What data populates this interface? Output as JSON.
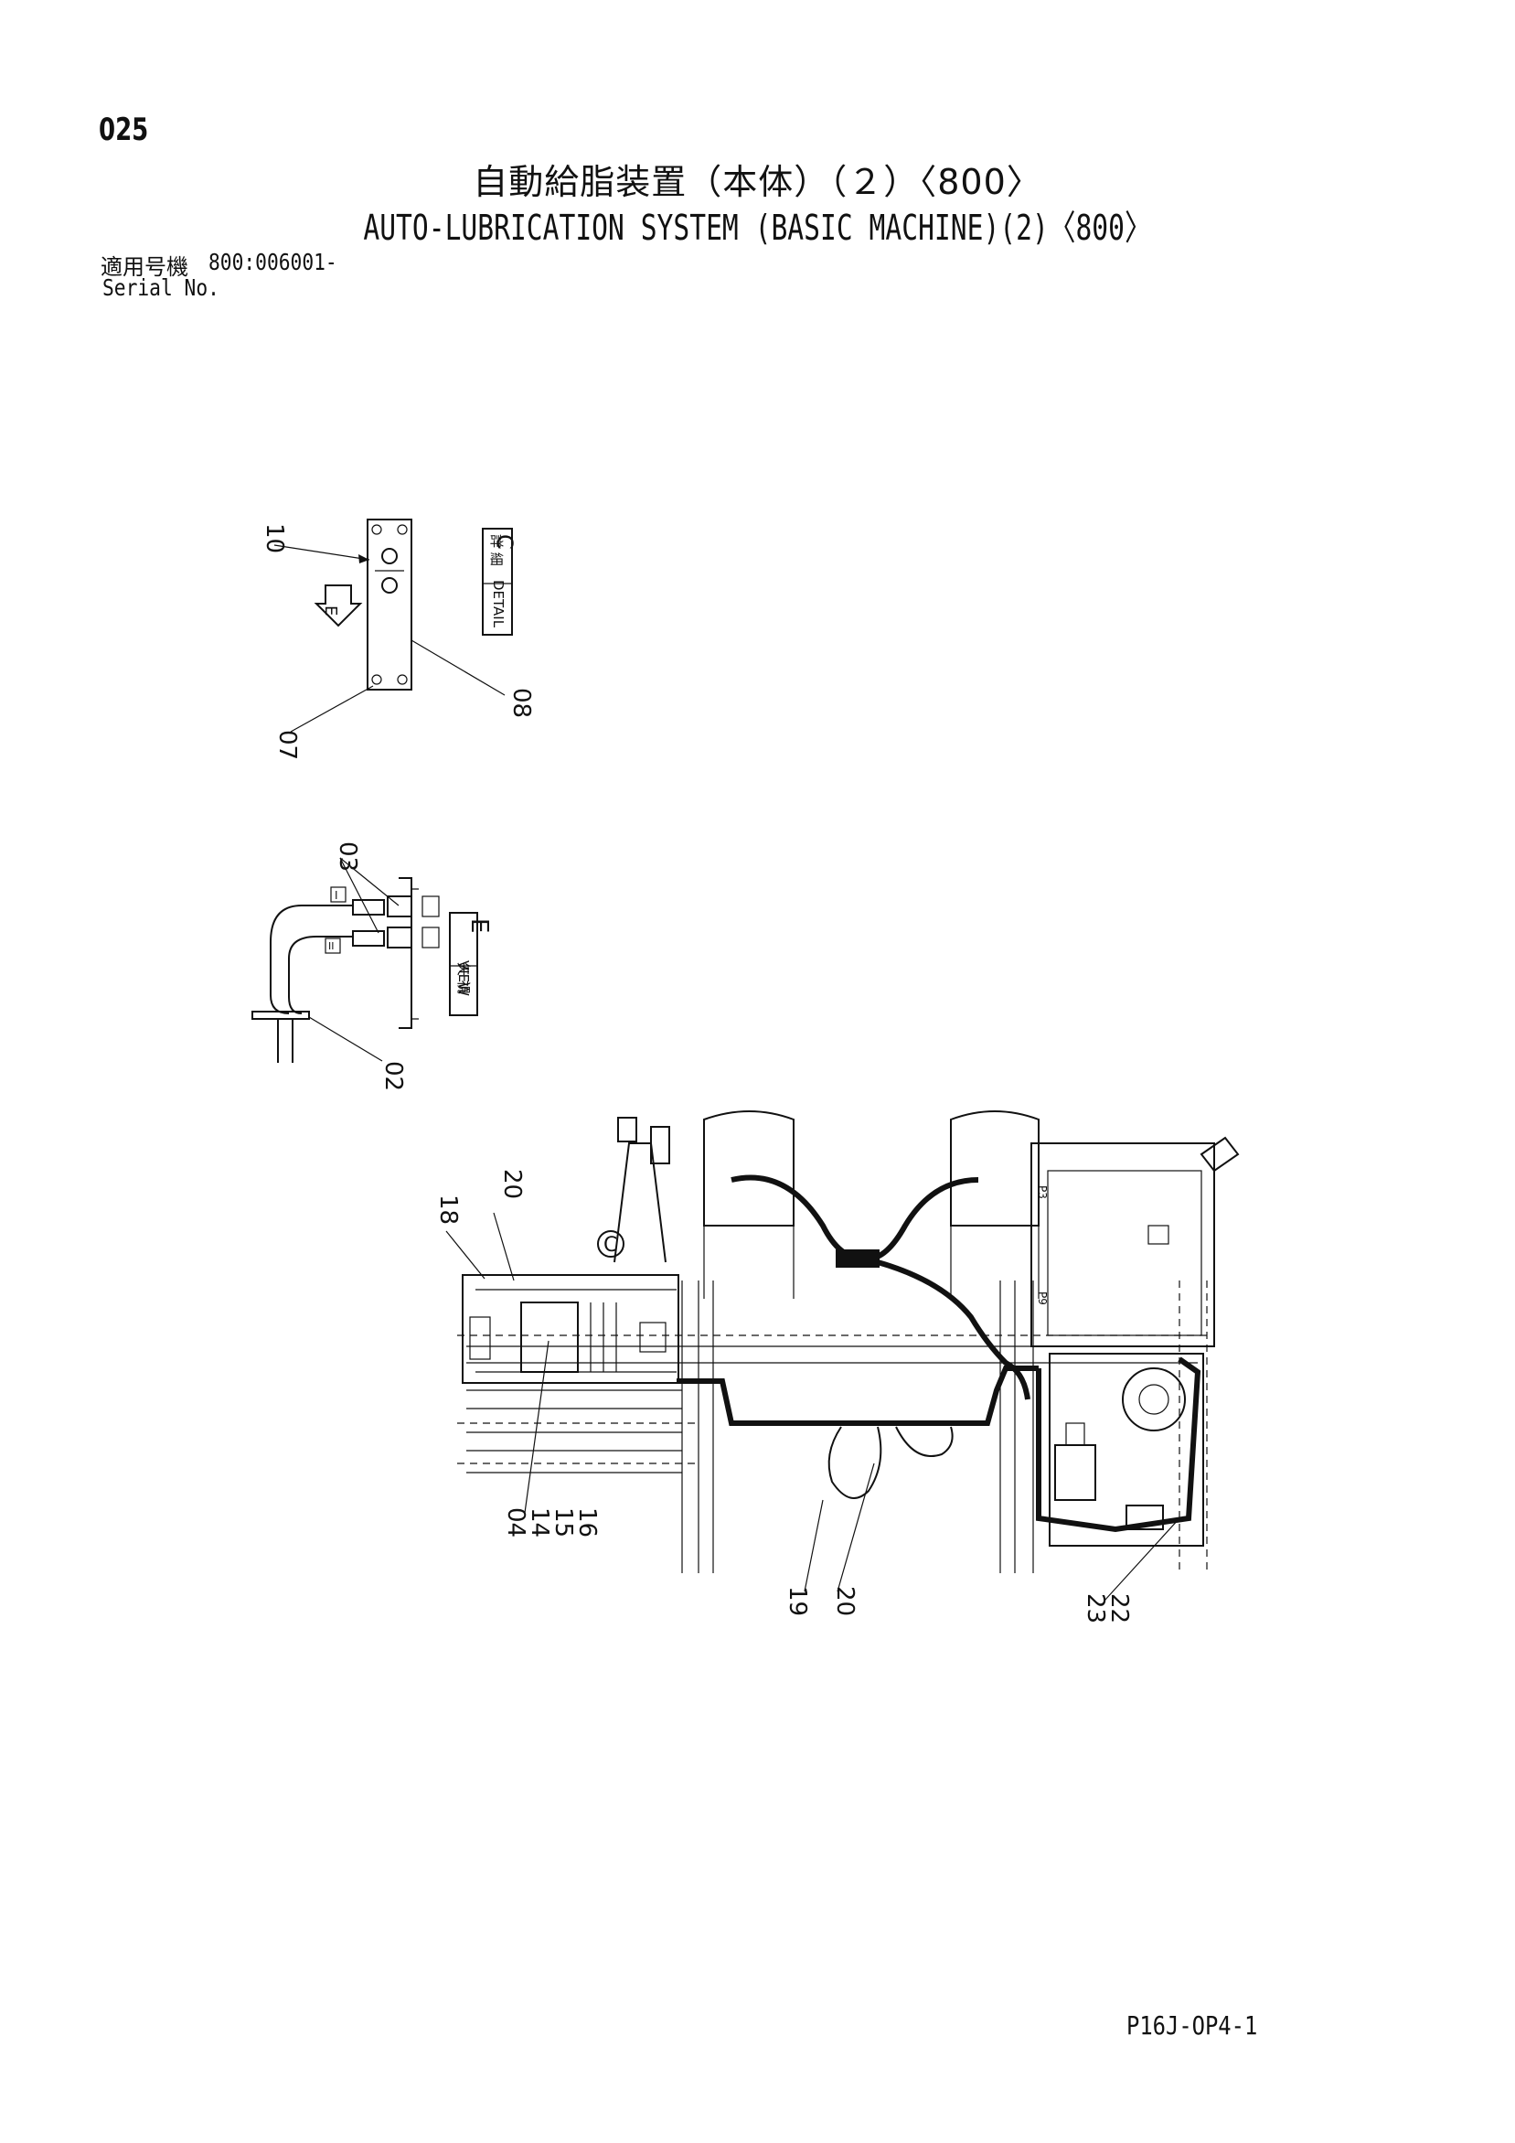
{
  "header": {
    "page_number": "025",
    "title_jp": "自動給脂装置（本体）（２）〈800〉",
    "title_en": "AUTO-LUBRICATION SYSTEM (BASIC MACHINE)(2)〈800〉",
    "serial_label_jp": "適用号機",
    "serial_label_en": "Serial No.",
    "serial_value": "800:006001-"
  },
  "footer": {
    "drawing_code": "P16J-OP4-1"
  },
  "detail_c": {
    "label_jp": "詳 細",
    "label_en": "DETAIL",
    "letter": "C",
    "arrow_label": "E",
    "callouts": [
      "10",
      "08",
      "07"
    ]
  },
  "view_e": {
    "label_jp": "矢 視",
    "label_en": "VIEW",
    "letter": "E",
    "tag_top": "I",
    "tag_bottom": "II",
    "callouts": [
      "03",
      "02"
    ]
  },
  "main_view": {
    "detail_marker": "C",
    "panel_tags": [
      "P3",
      "P9"
    ],
    "callouts": [
      "18",
      "20",
      "04",
      "14",
      "15",
      "16",
      "19",
      "20",
      "23",
      "22"
    ]
  }
}
